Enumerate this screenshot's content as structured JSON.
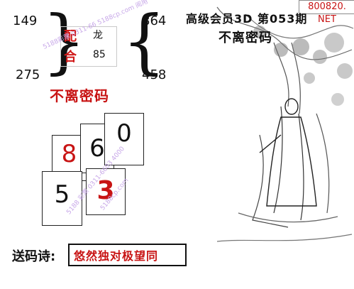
{
  "numbers": {
    "top_left": "149",
    "bottom_left": "275",
    "top_right": "864",
    "bottom_right": "458"
  },
  "pair": {
    "pei_label": "配",
    "long_label": "龙",
    "he_label": "合",
    "combo_value": "85"
  },
  "tagline": "不离密码",
  "watermarks": [
    "5188彩票 0311-66 5188cp.com 阅用",
    "5188 彩票 0311-6603 4000",
    "5188cp.com"
  ],
  "cards": [
    {
      "digit": "8",
      "color": "#c81414"
    },
    {
      "digit": "6",
      "color": "#111111"
    },
    {
      "digit": "0",
      "color": "#111111"
    },
    {
      "digit": "5",
      "color": "#111111"
    },
    {
      "digit": "3",
      "color": "#c81414"
    }
  ],
  "poem": {
    "label": "送码诗:",
    "text": "悠然独对极望同"
  },
  "header": {
    "title": "高级会员3D  第053期",
    "subtitle": "不离密码"
  },
  "site_badge": "800820. NET",
  "colors": {
    "accent_red": "#c81414",
    "watermark": "#c7a7e8"
  },
  "icons": [
    "brace-left-icon",
    "brace-right-icon",
    "ink-painting-illustration"
  ]
}
